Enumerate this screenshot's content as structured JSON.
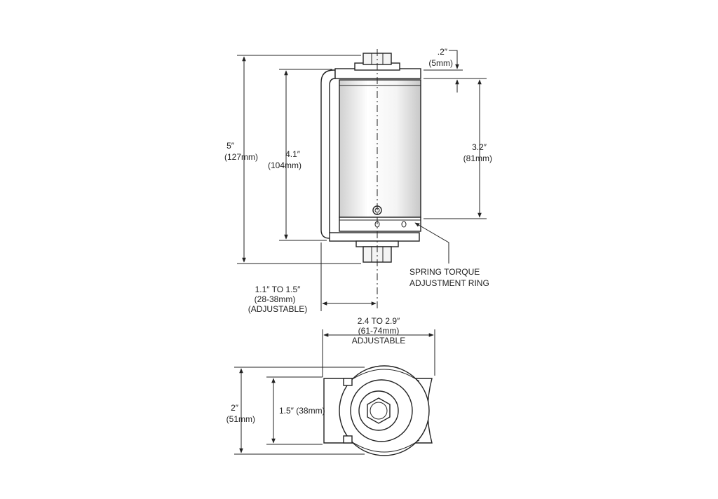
{
  "diagram": {
    "top_view": {
      "overall_height": {
        "line1": "5″",
        "line2": "(127mm)"
      },
      "bracket_height": {
        "line1": "4.1″",
        "line2": "(104mm)"
      },
      "cap_gap": {
        "line1": ".2″",
        "line2": "(5mm)"
      },
      "cylinder_height": {
        "line1": "3.2″",
        "line2": "(81mm)"
      },
      "offset": {
        "line1": "1.1″ TO 1.5″",
        "line2": "(28-38mm)",
        "line3": "(ADJUSTABLE)"
      },
      "callout": {
        "line1": "SPRING TORQUE",
        "line2": "ADJUSTMENT RING"
      }
    },
    "bottom_view": {
      "width": {
        "line1": "2.4 TO 2.9″",
        "line2": "(61-74mm)",
        "line3": "ADJUSTABLE"
      },
      "outer_height": {
        "line1": "2″",
        "line2": "(51mm)"
      },
      "inner_height": {
        "line1": "1.5″ (38mm)"
      }
    }
  },
  "colors": {
    "ink": "#222222",
    "body_fill": "#ffffff",
    "shade": "#e6e6e6"
  }
}
